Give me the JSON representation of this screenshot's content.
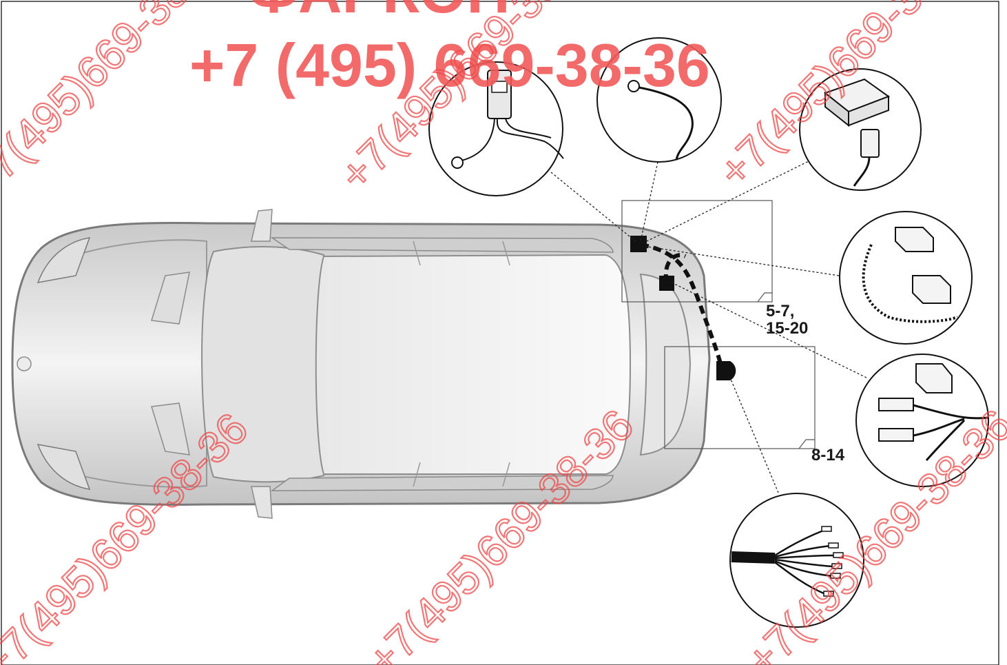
{
  "diagram": {
    "callouts": {
      "module_steps": [
        "5-7,",
        "15-20"
      ],
      "socket_steps": "8-14"
    }
  },
  "watermark": {
    "brand_text": "ФАРКОП",
    "phone": "+7 (495) 669-38-36",
    "phone_compact": "+7(495)669-38-36",
    "color": "#f25a5a"
  },
  "colors": {
    "frame": "#333333",
    "car_body": "#d8d8d8",
    "wire": "#111111"
  }
}
